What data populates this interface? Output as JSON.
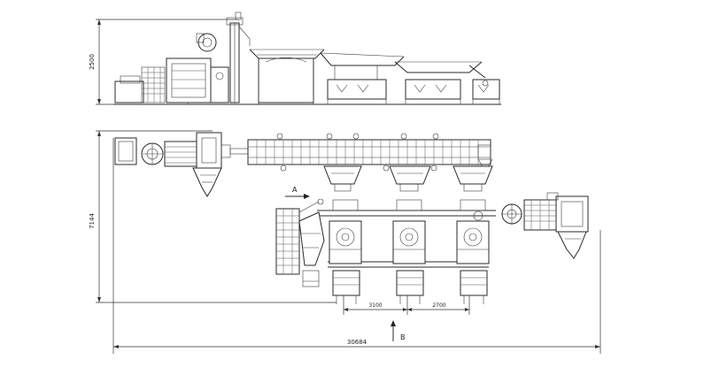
{
  "diagram": {
    "dimensions": {
      "elevation_height": "2500",
      "plan_depth": "7144",
      "total_length": "30684",
      "spacing_1": "3100",
      "spacing_2": "2700"
    },
    "view_labels": {
      "a": "A",
      "b": "B"
    }
  }
}
